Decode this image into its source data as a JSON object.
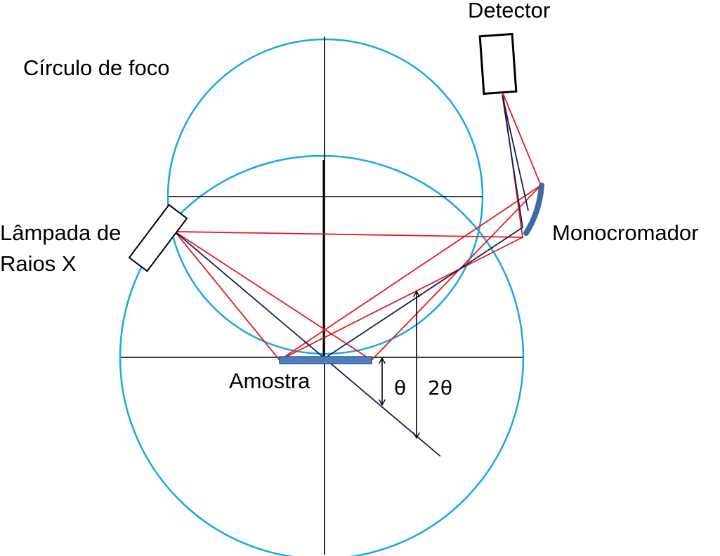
{
  "labels": {
    "detector": "Detector",
    "focus_circle": "Círculo de foco",
    "lamp_line1": "Lâmpada de",
    "lamp_line2": "Raios X",
    "monochromator": "Monocromador",
    "sample": "Amostra",
    "theta": "θ",
    "two_theta": "2θ"
  },
  "colors": {
    "circle": "#1aa7e6",
    "ray_red": "#e31a1a",
    "ray_navy": "#0f1f5c",
    "axis": "#000000",
    "sample_fill": "#4f7fba",
    "sample_stroke": "#2f5d99",
    "monochromator": "#3f6aa8"
  }
}
